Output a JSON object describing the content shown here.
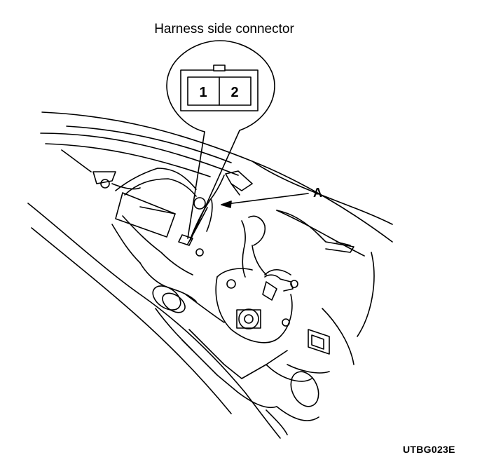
{
  "diagram": {
    "title": "Harness side connector",
    "connector_pins": [
      "1",
      "2"
    ],
    "callouts": [
      {
        "id": "A",
        "label": "A"
      }
    ],
    "figure_code": "UTBG023E"
  }
}
